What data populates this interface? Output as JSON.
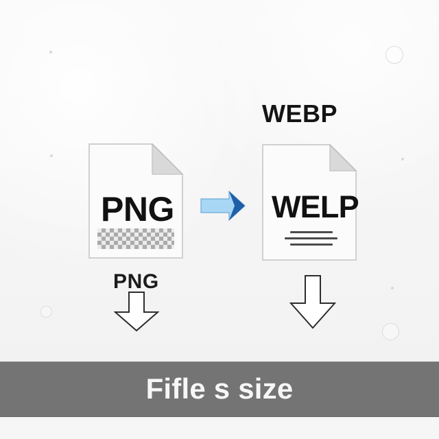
{
  "diagram": {
    "top_label": "WEBP",
    "left_file_label": "PNG",
    "right_file_label": "WELP",
    "under_left_label": "PNG",
    "footer_label": "Fifle s size"
  },
  "icons": {
    "convert_arrow": "right-arrow-icon",
    "left_down_arrow": "down-arrow-icon",
    "right_down_arrow": "down-arrow-icon",
    "png_pattern": "transparency-checker-icon",
    "webp_lines": "text-lines-icon",
    "file_icon": "document-icon"
  },
  "colors": {
    "background": "#f6f6f6",
    "text": "#141414",
    "arrow_blue": "#1f5fa8",
    "arrow_light_blue": "#a8d7f6",
    "footer_bar": "#747474",
    "footer_text": "#f7f7f7",
    "checker": "#a7a7a7"
  }
}
